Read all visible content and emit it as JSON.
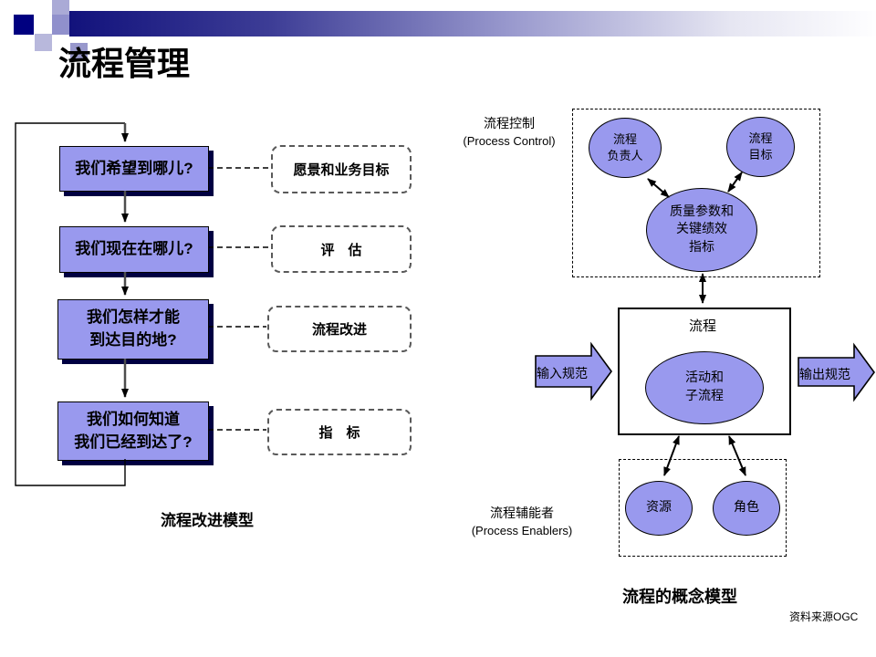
{
  "title": "流程管理",
  "colors": {
    "accent_fill": "#9999EE",
    "header_navy": "#000080",
    "box_shadow": "#000042",
    "outline": "#000000"
  },
  "improvement_model": {
    "boxes": [
      "我们希望到哪儿?",
      "我们现在在哪儿?",
      "我们怎样才能\n到达目的地?",
      "我们如何知道\n我们已经到达了?"
    ],
    "callouts": [
      "愿景和业务目标",
      "评　估",
      "流程改进",
      "指　标"
    ],
    "caption": "流程改进模型"
  },
  "concept_model": {
    "control_label_zh": "流程控制",
    "control_label_en": "(Process Control)",
    "owner": "流程\n负责人",
    "goal": "流程\n目标",
    "kpi": "质量参数和\n关键绩效\n指标",
    "process_label": "流程",
    "activity": "活动和\n子流程",
    "input_arrow": "输入规范",
    "output_arrow": "输出规范",
    "resource": "资源",
    "role": "角色",
    "enabler_label_zh": "流程辅能者",
    "enabler_label_en": "(Process Enablers)",
    "caption": "流程的概念模型",
    "source": "资料来源OGC"
  }
}
